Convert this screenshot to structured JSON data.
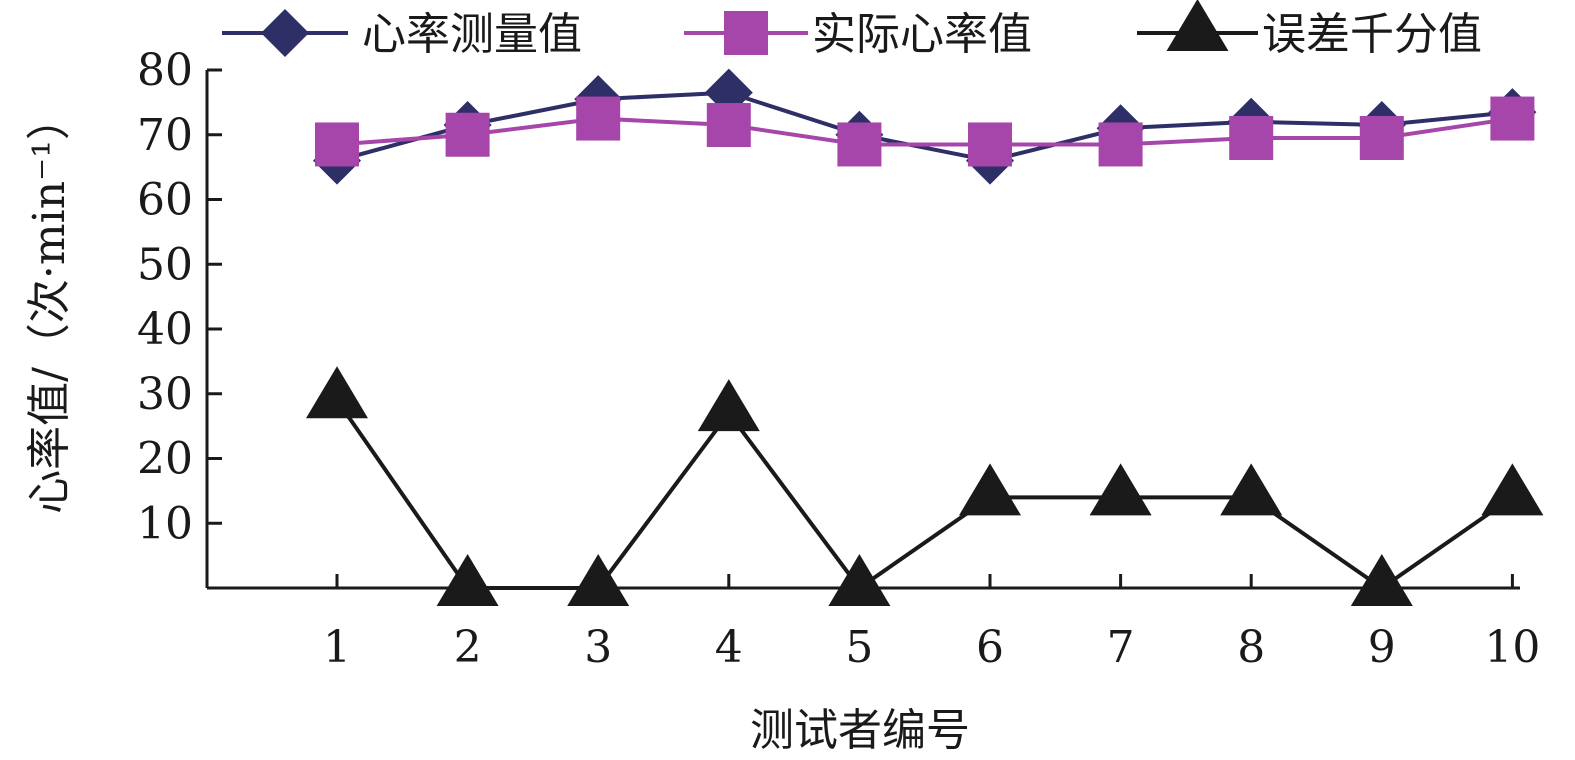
{
  "chart_data": {
    "type": "line",
    "title": "",
    "xlabel": "测试者编号",
    "ylabel": "心率值/（次·min⁻¹）",
    "categories": [
      "1",
      "2",
      "3",
      "4",
      "5",
      "6",
      "7",
      "8",
      "9",
      "10"
    ],
    "yticks": [
      "10",
      "20",
      "30",
      "40",
      "50",
      "60",
      "70",
      "80"
    ],
    "ylim": [
      0,
      80
    ],
    "grid": false,
    "legend_position": "top",
    "series": [
      {
        "name": "心率测量值",
        "marker": "diamond",
        "color": "#2e2f66",
        "values": [
          66,
          71.5,
          75.5,
          76.5,
          70,
          66,
          71,
          72,
          71.5,
          73.5
        ]
      },
      {
        "name": "实际心率值",
        "marker": "square",
        "color": "#a646aa",
        "values": [
          68.5,
          70,
          72.5,
          71.5,
          68.5,
          68.5,
          68.5,
          69.5,
          69.5,
          72.5
        ]
      },
      {
        "name": "误差千分值",
        "marker": "triangle",
        "color": "#1a1a1a",
        "values": [
          29,
          0,
          0,
          27,
          0,
          14,
          14,
          14,
          0,
          14
        ]
      }
    ]
  }
}
